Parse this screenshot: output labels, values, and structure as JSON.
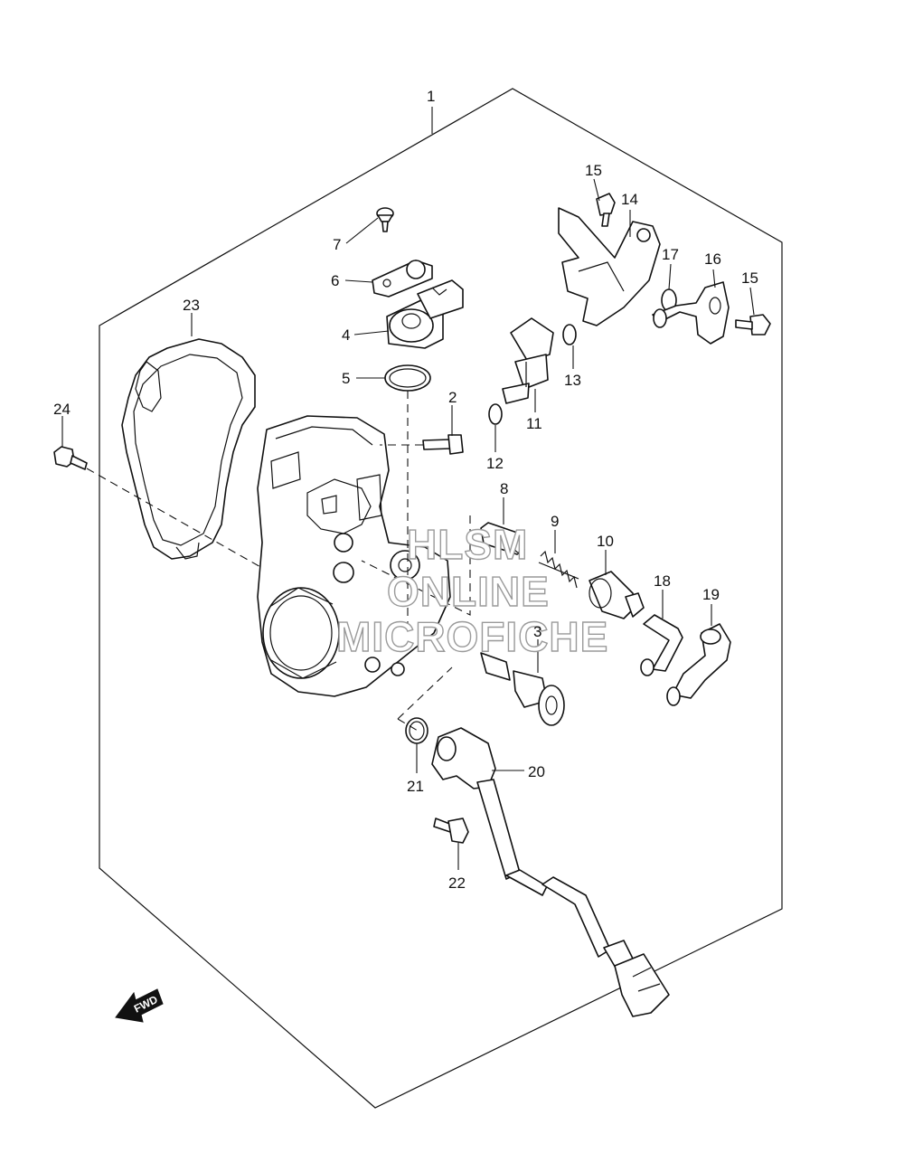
{
  "callouts": {
    "c1": "1",
    "c2": "2",
    "c3": "3",
    "c4": "4",
    "c5": "5",
    "c6": "6",
    "c7": "7",
    "c8": "8",
    "c9": "9",
    "c10": "10",
    "c11": "11",
    "c12": "12",
    "c13": "13",
    "c14": "14",
    "c15a": "15",
    "c15b": "15",
    "c16": "16",
    "c17": "17",
    "c18": "18",
    "c19": "19",
    "c20": "20",
    "c21": "21",
    "c22": "22",
    "c23": "23",
    "c24": "24"
  },
  "watermark": {
    "line1": "HLSM",
    "line2": "ONLINE",
    "line3": "MICROFICHE"
  },
  "fwd_label": "FWD"
}
